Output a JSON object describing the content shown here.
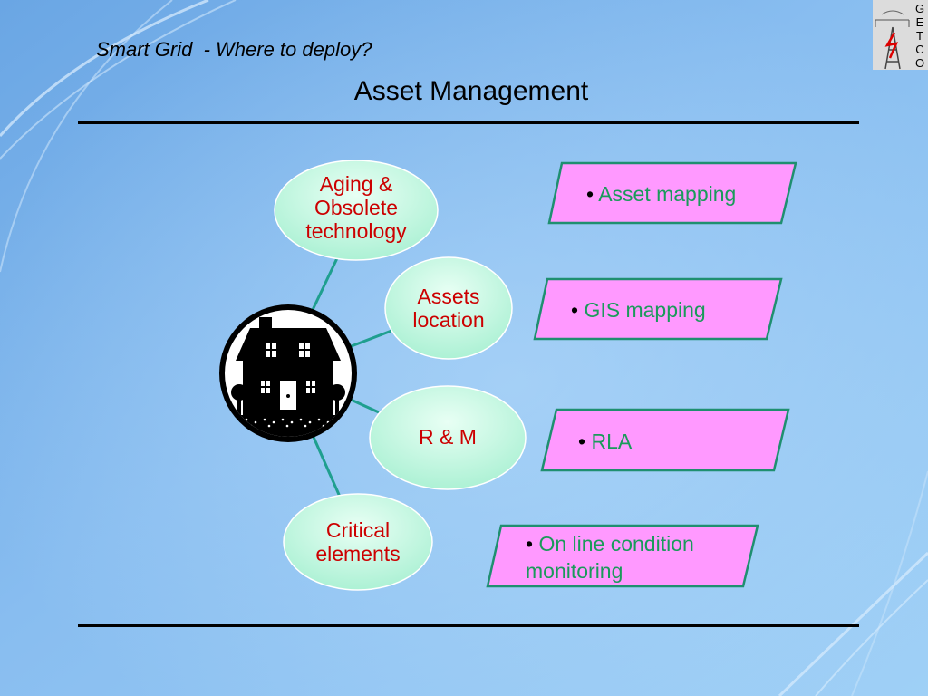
{
  "slide": {
    "subtitle": "Smart Grid  - Where to deploy?",
    "title": "Asset Management",
    "logo_letters": [
      "G",
      "E",
      "T",
      "C",
      "O"
    ]
  },
  "diagram": {
    "center_icon": "house-icon",
    "nodes": [
      {
        "label": "Aging & Obsolete technology",
        "lines": [
          "Aging &",
          "Obsolete",
          "technology"
        ]
      },
      {
        "label": "Assets location",
        "lines": [
          "Assets",
          "location"
        ]
      },
      {
        "label": "R & M",
        "lines": [
          "R & M"
        ]
      },
      {
        "label": "Critical elements",
        "lines": [
          "Critical",
          "elements"
        ]
      }
    ],
    "boxes": [
      {
        "bullet": "•",
        "lines": [
          "Asset mapping"
        ]
      },
      {
        "bullet": "•",
        "lines": [
          "GIS mapping"
        ]
      },
      {
        "bullet": "•",
        "lines": [
          "RLA"
        ]
      },
      {
        "bullet": "•",
        "lines": [
          "On line condition",
          "monitoring"
        ]
      }
    ]
  },
  "colors": {
    "node_fill": "#c8fae6",
    "node_text": "#cc0000",
    "box_fill": "#ff99ff",
    "box_border": "#1f8f70",
    "box_text": "#1a9a5a",
    "connector": "#1f9f8f"
  }
}
